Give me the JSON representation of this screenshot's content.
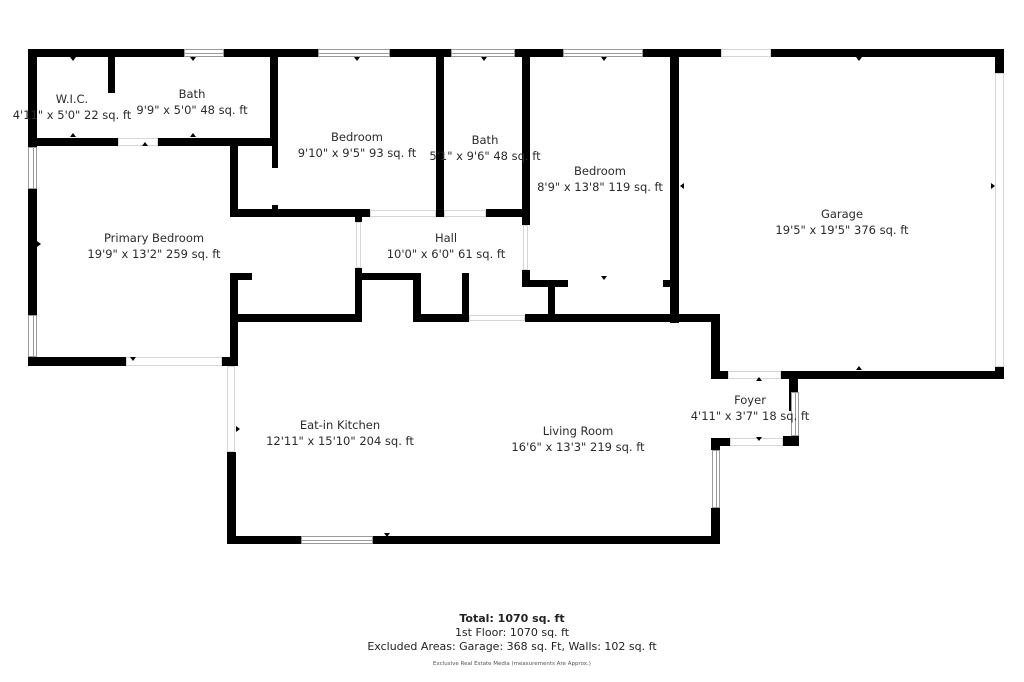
{
  "floor_plan": {
    "rooms": [
      {
        "id": "wic",
        "name": "W.I.C.",
        "dims": "4'11\" x 5'0\" 22 sq. ft"
      },
      {
        "id": "bath1",
        "name": "Bath",
        "dims": "9'9\" x 5'0\" 48 sq. ft"
      },
      {
        "id": "bedroom1",
        "name": "Bedroom",
        "dims": "9'10\" x 9'5\" 93 sq. ft"
      },
      {
        "id": "bath2",
        "name": "Bath",
        "dims": "5'1\" x 9'6\" 48 sq. ft"
      },
      {
        "id": "bedroom2",
        "name": "Bedroom",
        "dims": "8'9\" x 13'8\" 119 sq. ft"
      },
      {
        "id": "garage",
        "name": "Garage",
        "dims": "19'5\" x 19'5\" 376 sq. ft"
      },
      {
        "id": "primary",
        "name": "Primary Bedroom",
        "dims": "19'9\" x 13'2\" 259 sq. ft"
      },
      {
        "id": "hall",
        "name": "Hall",
        "dims": "10'0\" x 6'0\" 61 sq. ft"
      },
      {
        "id": "kitchen",
        "name": "Eat-in Kitchen",
        "dims": "12'11\" x 15'10\" 204 sq. ft"
      },
      {
        "id": "living",
        "name": "Living Room",
        "dims": "16'6\" x 13'3\" 219 sq. ft"
      },
      {
        "id": "foyer",
        "name": "Foyer",
        "dims": "4'11\" x 3'7\" 18 sq. ft"
      }
    ]
  },
  "summary": {
    "total": "Total: 1070 sq. ft",
    "floor": "1st Floor: 1070 sq. ft",
    "excluded": "Excluded Areas: Garage: 368 sq. Ft, Walls: 102 sq. ft",
    "credit": "Exclusive Real Estate Media (measurements Are Approx.)"
  },
  "colors": {
    "wall": "#000000",
    "background": "#ffffff",
    "text": "#2b2b2b"
  }
}
